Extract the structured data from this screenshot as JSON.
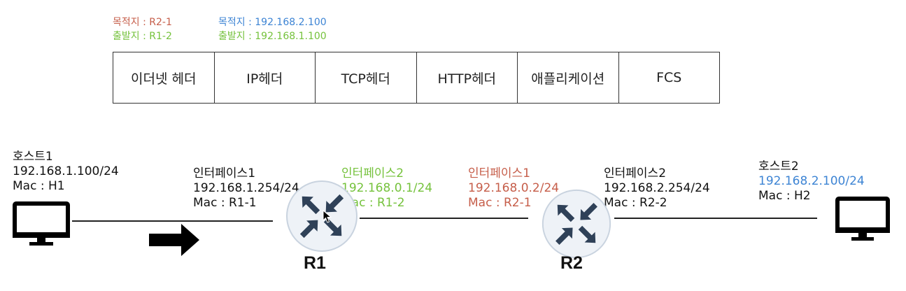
{
  "header": {
    "left": {
      "dest": "목적지 :  R2-1",
      "src": "출발지 : R1-2"
    },
    "right": {
      "dest": "목적지 :  192.168.2.100",
      "src": "출발지 : 192.168.1.100"
    }
  },
  "frame": {
    "cells": [
      "이더넷 헤더",
      "IP헤더",
      "TCP헤더",
      "HTTP헤더",
      "애플리케이션",
      "FCS"
    ]
  },
  "host1": {
    "name": "호스트1",
    "ip": "192.168.1.100/24",
    "mac": "Mac : H1"
  },
  "host2": {
    "name": "호스트2",
    "ip": "192.168.2.100/24",
    "mac": "Mac : H2"
  },
  "r1_if1": {
    "name": "인터페이스1",
    "ip": "192.168.1.254/24",
    "mac": "Mac : R1-1"
  },
  "r1_if2": {
    "name": "인터페이스2",
    "ip": "192.168.0.1/24",
    "mac": "Mac : R1-2"
  },
  "r2_if1": {
    "name": "인터페이스1",
    "ip": "192.168.0.2/24",
    "mac": "Mac : R2-1"
  },
  "r2_if2": {
    "name": "인터페이스2",
    "ip": "192.168.2.254/24",
    "mac": "Mac : R2-2"
  },
  "routers": {
    "r1": "R1",
    "r2": "R2"
  },
  "colors": {
    "red": "#c65e4a",
    "green": "#75c23c",
    "blue": "#3d84d4",
    "router_fill": "#eef2f7",
    "router_icon": "#2f4158"
  },
  "icons": {
    "host": "monitor-icon",
    "router": "router-arrows-icon",
    "direction": "right-arrow-icon"
  }
}
